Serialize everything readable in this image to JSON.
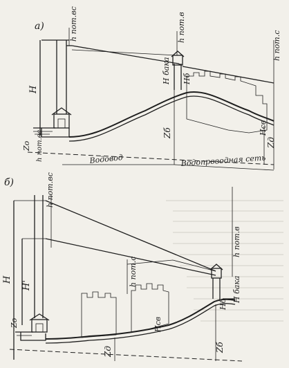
{
  "panels": {
    "a": {
      "label": "а)",
      "h_pot_vs": "h пот.вс",
      "h_pot_v": "h пот.в",
      "h_pot_s": "h пот.с",
      "H": "H",
      "H_baka": "H бака",
      "H_b": "Hб",
      "H_sv": "Hсв",
      "Z_b": "Zб",
      "Z_d": "Zд",
      "Z_o": "Zо",
      "h_pot_vs_bottom": "h пот.вс",
      "vodovod": "Водовод",
      "network": "Водопроводная сеть"
    },
    "b": {
      "label": "б)",
      "h_pot_vs": "h пот.вс",
      "h_pot_v": "h пот.в",
      "h_pot_s": "h пот.с",
      "H": "H",
      "H_prime": "H'",
      "H_baka": "H бака",
      "H_b": "Hб",
      "H_sv": "Hсв",
      "Z_o": "Zо",
      "Z_d": "Zд",
      "Z_b": "Zб"
    }
  },
  "colors": {
    "ink": "#1e1e1e",
    "paper": "#f2f0ea"
  }
}
